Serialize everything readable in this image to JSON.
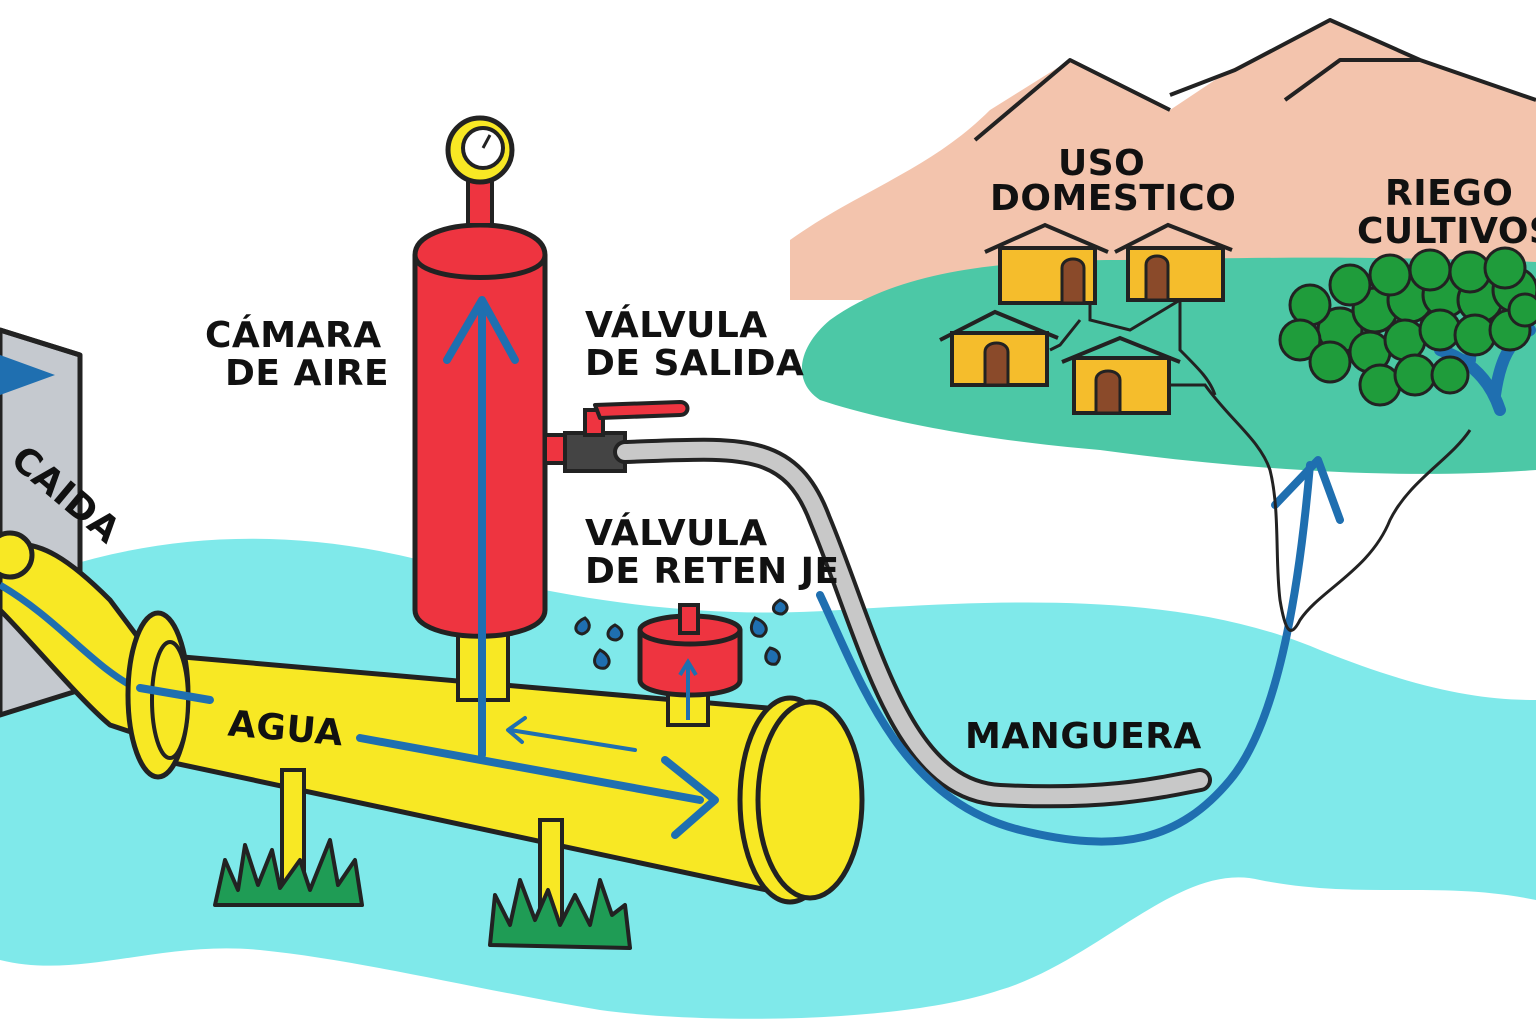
{
  "labels": {
    "caida": "CAIDA",
    "camara_line1": "CÁMARA",
    "camara_line2": "DE AIRE",
    "salida_line1": "VÁLVULA",
    "salida_line2": "DE SALIDA",
    "reten_line1": "VÁLVULA",
    "reten_line2": "DE RETEN JE",
    "agua": "AGUA",
    "manguera": "MANGUERA",
    "uso_line1": "USO",
    "uso_line2": "DOMESTICO",
    "riego_line1": "RIEGO",
    "riego_line2": "CULTIVOS"
  },
  "colors": {
    "water": "#7fe9ea",
    "pipe": "#f8e824",
    "chamber": "#ee3440",
    "flow_arrow": "#1f6fb0",
    "hose": "#c8c8c8",
    "mountain": "#f3c4ad",
    "field": "#4cc8a6",
    "house": "#f5bd2c",
    "tree": "#1f9c3b"
  },
  "icons": [
    "pressure-gauge-icon",
    "valve-handle-icon",
    "grass-icon",
    "house-icon",
    "tree-icon",
    "water-drop-icon"
  ]
}
